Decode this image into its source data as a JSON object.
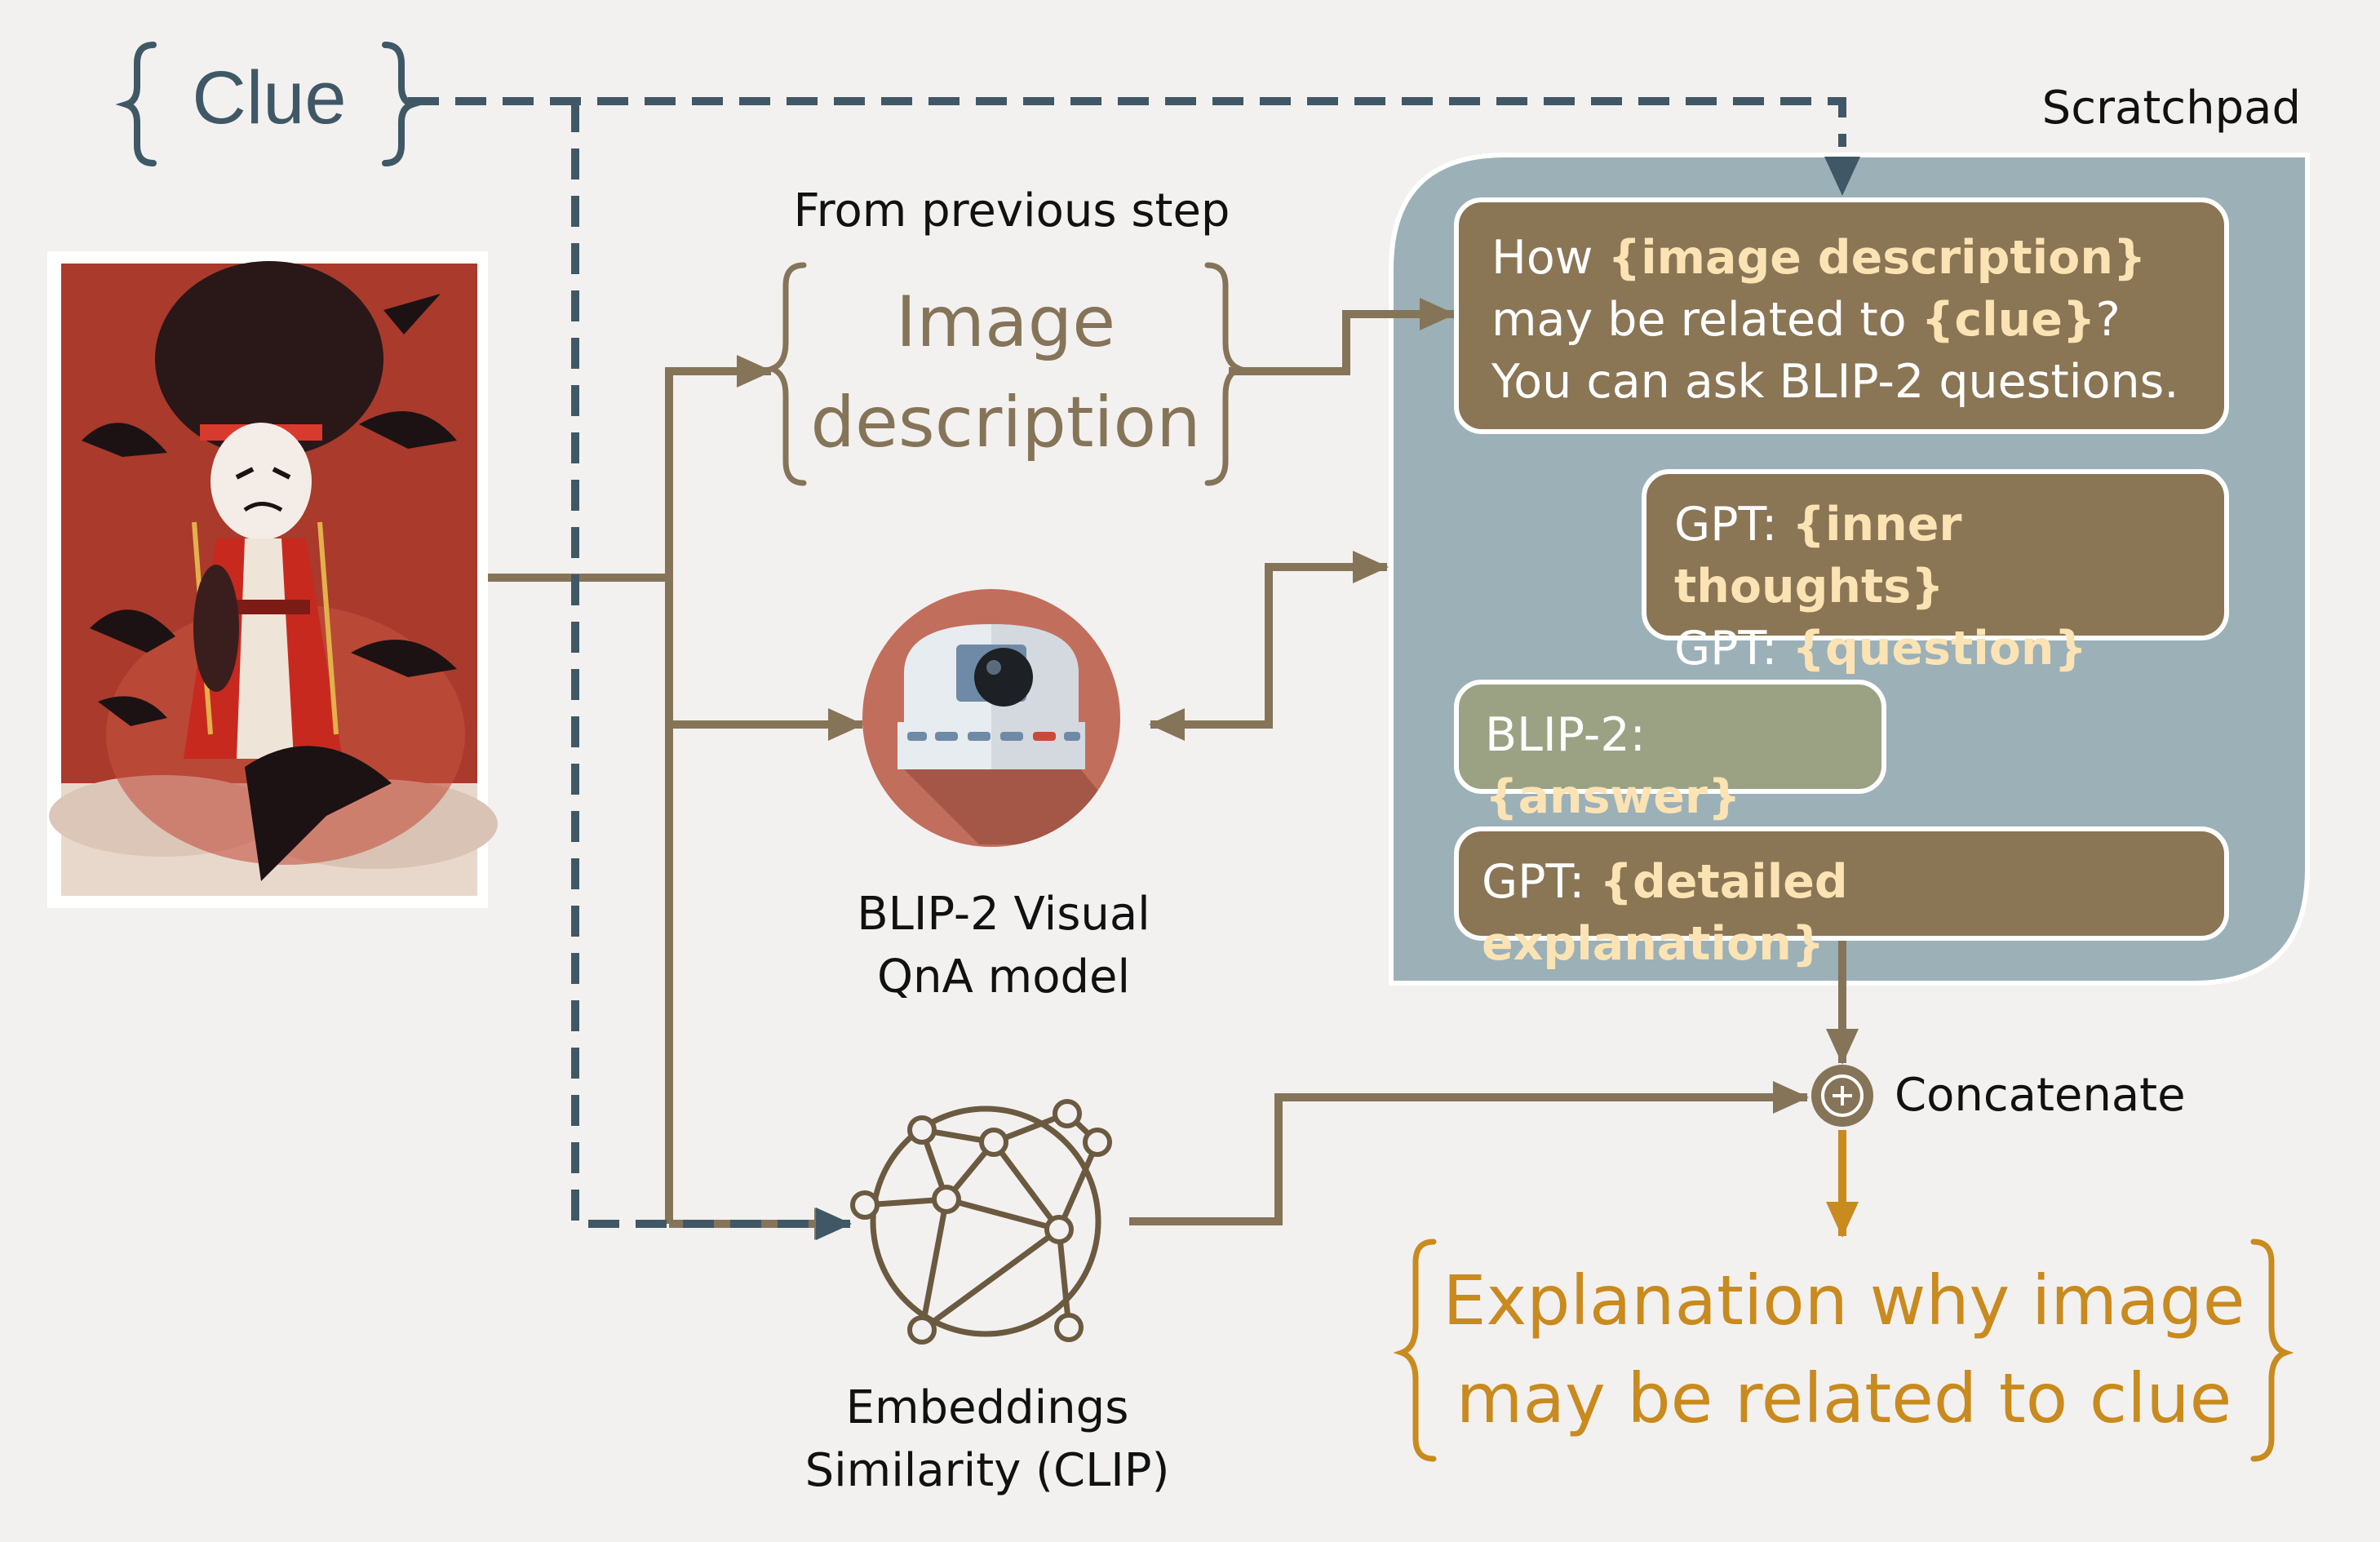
{
  "clue": {
    "label": "Clue"
  },
  "image_description": {
    "caption": "From previous step",
    "line1": "Image",
    "line2": "description"
  },
  "scratchpad": {
    "label": "Scratchpad",
    "prompt": {
      "t1": "How ",
      "k1": "{image description}",
      "t2": " may be related to ",
      "k2": "{clue}",
      "t3": "? You can ask BLIP-2 questions."
    },
    "gpt_thoughts": {
      "line1_prefix": "GPT: ",
      "line1_key": "{inner thoughts}",
      "line2_prefix": "GPT: ",
      "line2_key": "{question}"
    },
    "blip_answer": {
      "prefix": "BLIP-2: ",
      "key": "{answer}"
    },
    "gpt_explanation": {
      "prefix": "GPT: ",
      "key": "{detailed explanation}"
    }
  },
  "blip_model": {
    "line1": "BLIP-2 Visual",
    "line2": "QnA model"
  },
  "clip_model": {
    "line1": "Embeddings",
    "line2": "Similarity (CLIP)"
  },
  "concatenate": {
    "label": "Concatenate",
    "symbol": "+"
  },
  "output": {
    "line1": "Explanation why image",
    "line2": "may be related to clue"
  },
  "colors": {
    "background": "#f2f1f0",
    "arrow_brown": "#857458",
    "dashed_slate": "#405866",
    "scratchpad_blue": "#9cb0b7",
    "box_brown": "#8a7555",
    "box_green": "#9aa283",
    "orange": "#c98a1e",
    "robot_circle": "#c26e5c"
  }
}
